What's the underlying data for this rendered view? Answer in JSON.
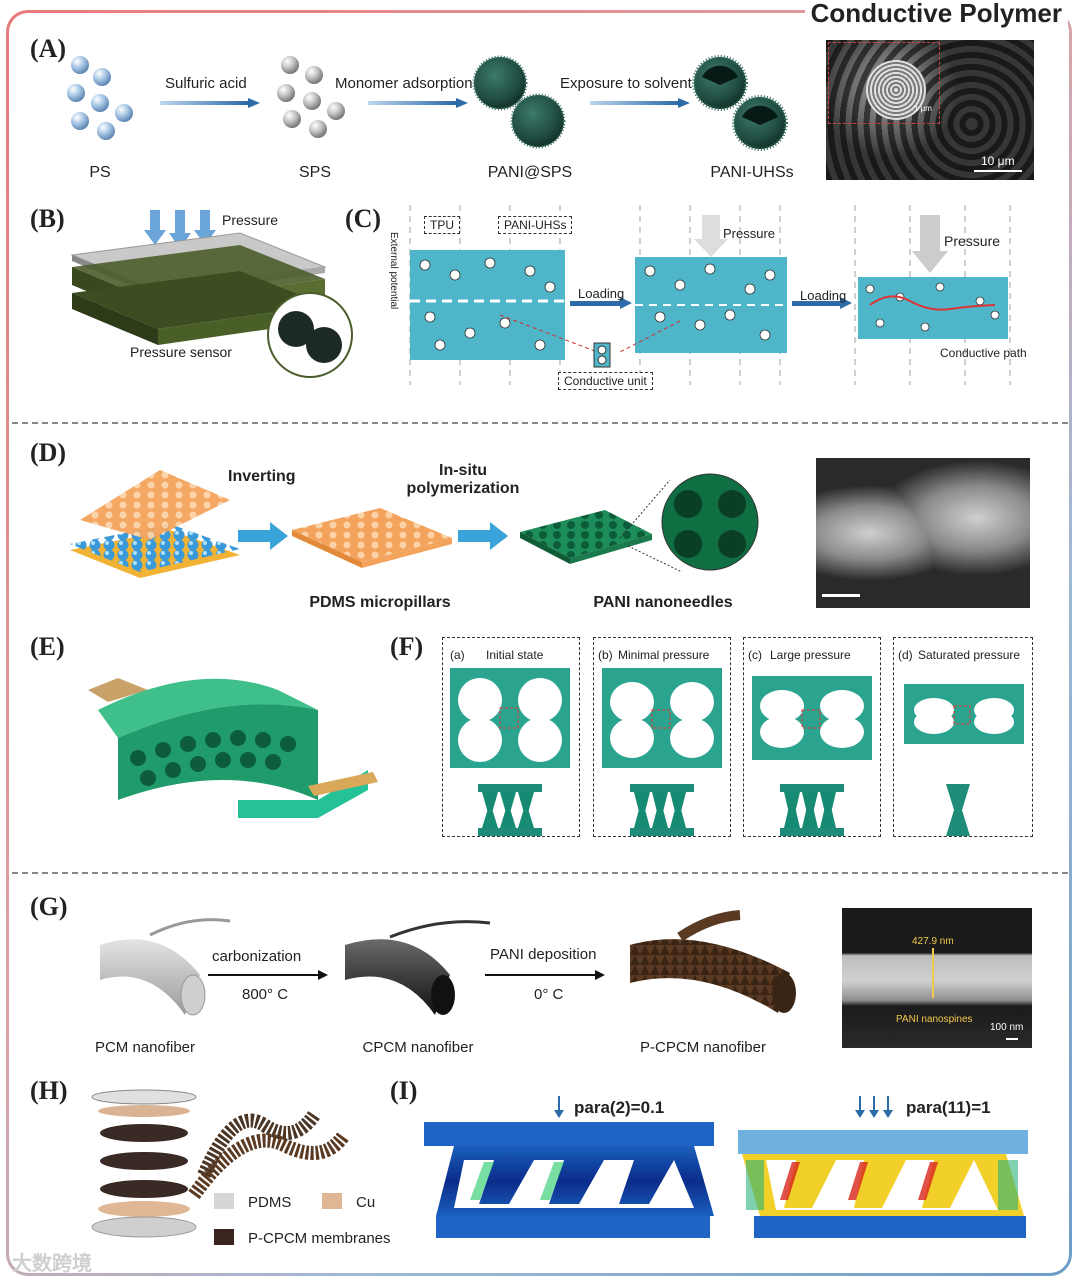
{
  "header": {
    "title": "Conductive Polymer"
  },
  "panels": {
    "A": {
      "label": "(A)",
      "stages": [
        "PS",
        "SPS",
        "PANI@SPS",
        "PANI-UHSs"
      ],
      "arrows": [
        "Sulfuric acid",
        "Monomer adsorption",
        "Exposure to solvent"
      ],
      "sem_inset_scale": "1 μm",
      "sem_scale": "10 μm"
    },
    "B": {
      "label": "(B)",
      "pressure": "Pressure",
      "caption": "Pressure sensor"
    },
    "C": {
      "label": "(C)",
      "tags": [
        "TPU",
        "PANI-UHSs"
      ],
      "side": "External potential",
      "loading": "Loading",
      "pressure": "Pressure",
      "unit": "Conductive unit",
      "path": "Conductive path"
    },
    "D": {
      "label": "(D)",
      "step1": "Inverting",
      "step2": "In-situ polymerization",
      "product1": "PDMS micropillars",
      "product2": "PANI nanoneedles"
    },
    "E": {
      "label": "(E)"
    },
    "F": {
      "label": "(F)",
      "states": [
        "(a)",
        "(b)",
        "(c)",
        "(d)"
      ],
      "names": [
        "Initial state",
        "Minimal pressure",
        "Large pressure",
        "Saturated pressure"
      ]
    },
    "G": {
      "label": "(G)",
      "step1": "carbonization",
      "temp1": "800° C",
      "step2": "PANI deposition",
      "temp2": "0° C",
      "fibers": [
        "PCM nanofiber",
        "CPCM nanofiber",
        "P-CPCM nanofiber"
      ],
      "sem_width": "427.9 nm",
      "sem_label": "PANI nanospines",
      "sem_scale": "100 nm"
    },
    "H": {
      "label": "(H)",
      "legend": [
        "PDMS",
        "Cu",
        "P-CPCM membranes"
      ]
    },
    "I": {
      "label": "(I)",
      "left": "para(2)=0.1",
      "right": "para(11)=1"
    }
  },
  "watermark": "大数跨境"
}
